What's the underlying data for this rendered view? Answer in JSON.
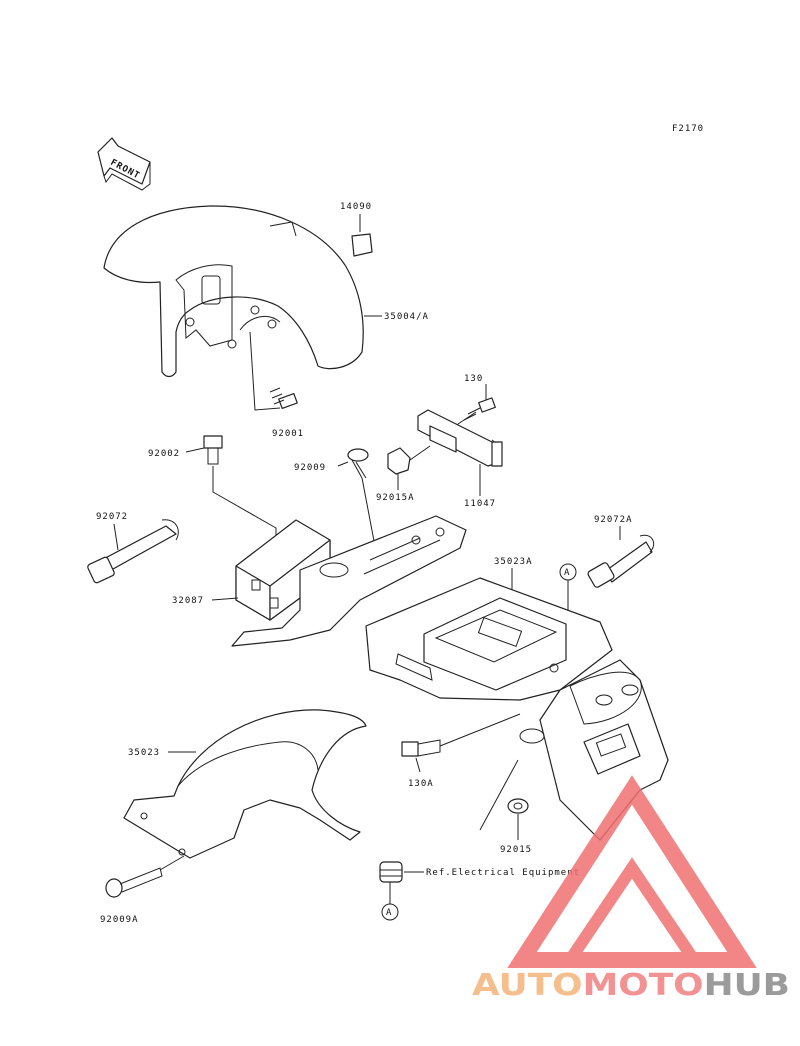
{
  "figure_code": "F2170",
  "front_label": "FRONT",
  "parts": {
    "p14090": "14090",
    "p35004A": "35004/A",
    "p92001": "92001",
    "p130": "130",
    "p92002": "92002",
    "p92009": "92009",
    "p92015A": "92015A",
    "p11047": "11047",
    "p92072": "92072",
    "p92072A": "92072A",
    "p35023A": "35023A",
    "pA1": "A",
    "p32087": "32087",
    "p35023": "35023",
    "p130A": "130A",
    "p92015": "92015",
    "pRef": "Ref.Electrical Equipment",
    "pA2": "A",
    "p92009A": "92009A"
  },
  "watermark": {
    "auto": "AUTO",
    "moto": "MOTO",
    "hub": "HUB",
    "colors": {
      "auto": "#f4b37a",
      "moto": "#f08080",
      "hub": "#8a8a8a",
      "triangle": "#f07070"
    }
  }
}
